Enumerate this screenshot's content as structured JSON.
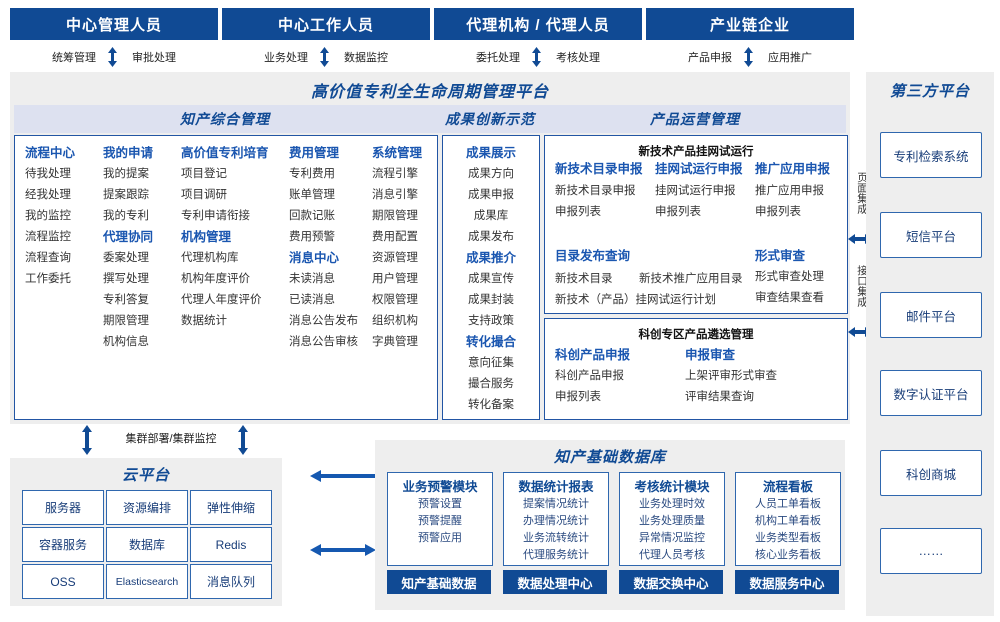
{
  "roles": [
    {
      "title": "中心管理人员",
      "left": "统筹管理",
      "right": "审批处理"
    },
    {
      "title": "中心工作人员",
      "left": "业务处理",
      "right": "数据监控"
    },
    {
      "title": "代理机构 / 代理人员",
      "left": "委托处理",
      "right": "考核处理"
    },
    {
      "title": "产业链企业",
      "left": "产品申报",
      "right": "应用推广"
    }
  ],
  "platform": {
    "title": "高价值专利全生命周期管理平台",
    "sections": [
      {
        "name": "知产综合管理"
      },
      {
        "name": "成果创新示范"
      },
      {
        "name": "产品运营管理"
      }
    ],
    "ip_mgmt": {
      "columns": [
        {
          "head": "流程中心",
          "items": [
            "待我处理",
            "经我处理",
            "我的监控",
            "流程监控",
            "流程查询",
            "工作委托"
          ]
        },
        {
          "head": "我的申请",
          "items": [
            "我的提案",
            "提案跟踪",
            "我的专利"
          ],
          "head2": "代理协同",
          "items2": [
            "委案处理",
            "撰写处理",
            "专利答复",
            "期限管理",
            "机构信息"
          ]
        },
        {
          "head": "高价值专利培育",
          "items": [
            "项目登记",
            "项目调研",
            "专利申请衔接"
          ],
          "head2": "机构管理",
          "items2": [
            "代理机构库",
            "机构年度评价",
            "代理人年度评价",
            "数据统计"
          ]
        },
        {
          "head": "费用管理",
          "items": [
            "专利费用",
            "账单管理",
            "回款记账",
            "费用预警"
          ],
          "head2": "消息中心",
          "items2": [
            "未读消息",
            "已读消息",
            "消息公告发布",
            "消息公告审核"
          ]
        },
        {
          "head": "系统管理",
          "items": [
            "流程引擎",
            "消息引擎",
            "期限管理",
            "费用配置",
            "资源管理",
            "用户管理",
            "权限管理",
            "组织机构",
            "字典管理"
          ]
        }
      ]
    },
    "achievement": {
      "groups": [
        {
          "head": "成果展示",
          "items": [
            "成果方向",
            "成果申报",
            "成果库",
            "成果发布"
          ]
        },
        {
          "head": "成果推介",
          "items": [
            "成果宣传",
            "成果封装",
            "支持政策"
          ]
        },
        {
          "head": "转化撮合",
          "items": [
            "意向征集",
            "撮合服务",
            "转化备案"
          ]
        }
      ]
    },
    "product_ops": {
      "block1": {
        "title": "新技术产品挂网试运行",
        "columns": [
          {
            "head": "新技术目录申报",
            "items": [
              "新技术目录申报",
              "申报列表"
            ]
          },
          {
            "head": "挂网试运行申报",
            "items": [
              "挂网试运行申报",
              "申报列表"
            ]
          },
          {
            "head": "推广应用申报",
            "items": [
              "推广应用申报",
              "申报列表"
            ]
          }
        ],
        "row2": [
          {
            "head": "目录发布查询",
            "items": [
              "新技术目录",
              "新技术推广应用目录",
              "新技术（产品）挂网试运行计划"
            ]
          },
          {
            "head": "形式审查",
            "items": [
              "形式审查处理",
              "审查结果查看"
            ]
          }
        ]
      },
      "block2": {
        "title": "科创专区产品遴选管理",
        "columns": [
          {
            "head": "科创产品申报",
            "items": [
              "科创产品申报",
              "申报列表"
            ]
          },
          {
            "head": "申报审查",
            "items": [
              "上架评审形式审查",
              "评审结果查询"
            ]
          }
        ]
      }
    }
  },
  "third_party": {
    "title": "第三方平台",
    "items": [
      "专利检索系统",
      "短信平台",
      "邮件平台",
      "数字认证平台",
      "科创商城",
      "……"
    ],
    "integration_labels": [
      "页面集成",
      "接口集成"
    ]
  },
  "cloud": {
    "title": "云平台",
    "cluster_label": "集群部署/集群监控",
    "cells": [
      "服务器",
      "资源编排",
      "弹性伸缩",
      "容器服务",
      "数据库",
      "Redis",
      "OSS",
      "Elasticsearch",
      "消息队列"
    ]
  },
  "database": {
    "title": "知产基础数据库",
    "columns": [
      {
        "head": "业务预警模块",
        "items": [
          "预警设置",
          "预警提醒",
          "预警应用"
        ],
        "foot": "知产基础数据"
      },
      {
        "head": "数据统计报表",
        "items": [
          "提案情况统计",
          "办理情况统计",
          "业务流转统计",
          "代理服务统计"
        ],
        "foot": "数据处理中心"
      },
      {
        "head": "考核统计模块",
        "items": [
          "业务处理时效",
          "业务处理质量",
          "异常情况监控",
          "代理人员考核"
        ],
        "foot": "数据交换中心"
      },
      {
        "head": "流程看板",
        "items": [
          "人员工单看板",
          "机构工单看板",
          "业务类型看板",
          "核心业务看板"
        ],
        "foot": "数据服务中心"
      }
    ]
  },
  "colors": {
    "brand": "#104a94",
    "accent": "#1a56b0",
    "band": "#dde1f0",
    "panel": "#eeeeee"
  }
}
